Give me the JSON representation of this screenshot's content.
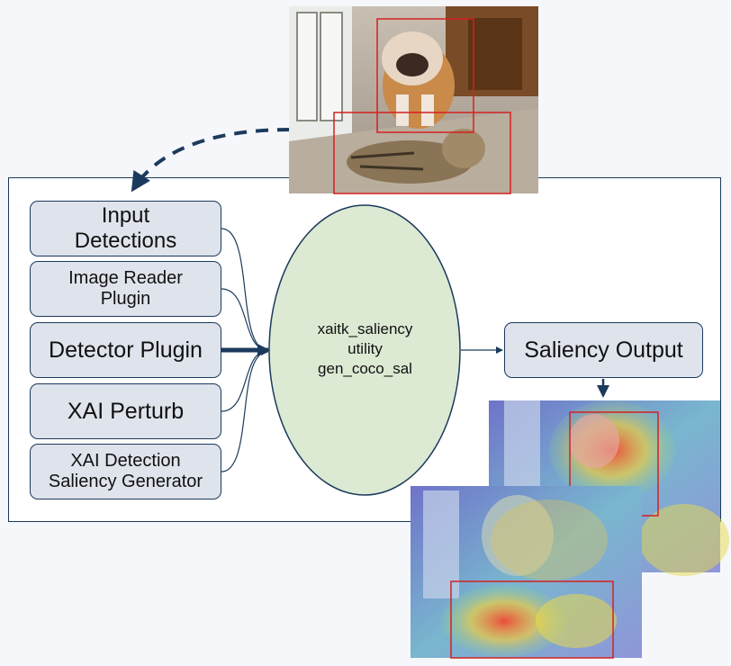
{
  "pipeline": {
    "plugins": [
      {
        "line1": "Input",
        "line2": "Detections"
      },
      {
        "line1": "Image Reader",
        "line2": "Plugin"
      },
      {
        "line1": "Detector Plugin",
        "line2": ""
      },
      {
        "line1": "XAI Perturb",
        "line2": ""
      },
      {
        "line1": "XAI Detection",
        "line2": "Saliency Generator"
      }
    ],
    "utility": {
      "line1": "xaitk_saliency",
      "line2": "utility",
      "line3": "gen_coco_sal"
    },
    "output_label": "Saliency Output"
  },
  "colors": {
    "frame": "#1b3a5c",
    "box_fill": "#dfe3ec",
    "ellipse_fill": "#dce9d3",
    "arrow": "#1b3a5c",
    "bbox": "#d42020"
  },
  "images": {
    "input": "input-photo-dog-and-cat-with-bounding-boxes",
    "saliency_maps": [
      "saliency-heatmap-dog",
      "saliency-heatmap-cat"
    ]
  }
}
